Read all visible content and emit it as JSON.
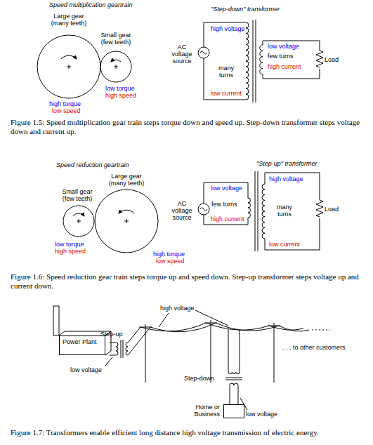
{
  "diagram": {
    "nodes": [
      {
        "text": [
          "Power Plant"
        ]
      },
      {
        "text": [
          "Home or Business"
        ]
      }
    ],
    "labels": [
      "Speed multiplication geartrain",
      "Large gear (many teeth)",
      "Small gear (few teeth)",
      "high torque",
      "low speed",
      "low torque",
      "high speed",
      "\"Step-down\" transformer",
      "AC voltage source",
      "high voltage",
      "many turns",
      "low current",
      "low voltage",
      "few turns",
      "high current",
      "Load",
      "Figure 1.5: Speed multiplication gear train steps torque down and speed up. Step-down transformer steps voltage down and current up.",
      "Speed reduction geartrain",
      "Large gear (many teeth)",
      "Small gear (few teeth)",
      "low torque",
      "high speed",
      "high torque",
      "low speed",
      "\"Step-up\" transformer",
      "AC voltage source",
      "low voltage",
      "few turns",
      "high current",
      "high voltage",
      "many turns",
      "low current",
      "Load",
      "Figure 1.6: Speed reduction gear train steps torque up and speed down. Step-up transformer steps voltage up and current down.",
      "high voltage",
      "Step-up",
      "low voltage",
      ". . . to other customers",
      "Step-down",
      "low voltage",
      "Figure 1.7: Transformers enable efficient long distance high voltage transmission of electric energy."
    ]
  }
}
